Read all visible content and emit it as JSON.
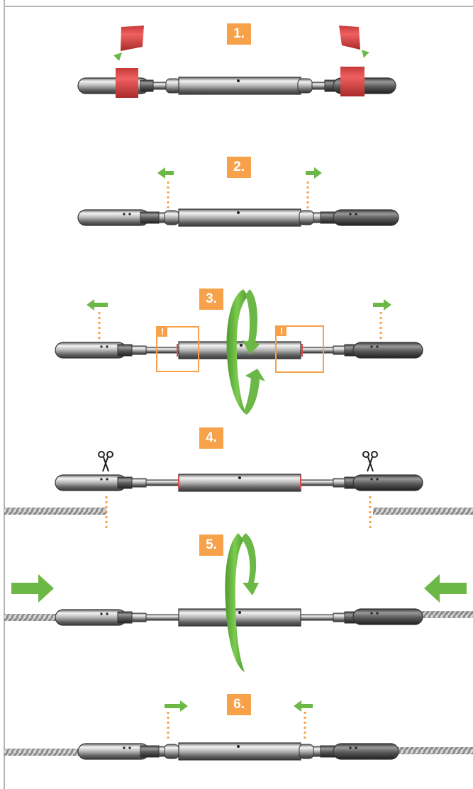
{
  "steps": [
    {
      "label": "1.",
      "action": "remove-tape"
    },
    {
      "label": "2.",
      "action": "pull-apart"
    },
    {
      "label": "3.",
      "action": "rotate-body"
    },
    {
      "label": "4.",
      "action": "cut-wire"
    },
    {
      "label": "5.",
      "action": "insert-wire-rotate"
    },
    {
      "label": "6.",
      "action": "check-position"
    }
  ],
  "warnings": [
    "!",
    "!"
  ],
  "icons": {
    "scissors": "scissors-icon",
    "arrow": "green-arrow-icon",
    "rotate": "rotation-arrow-icon"
  },
  "colors": {
    "accent_orange": "#f7a24a",
    "arrow_green": "#6cb846",
    "tape_red": "#e04848",
    "border_gray": "#b5b5b5"
  }
}
